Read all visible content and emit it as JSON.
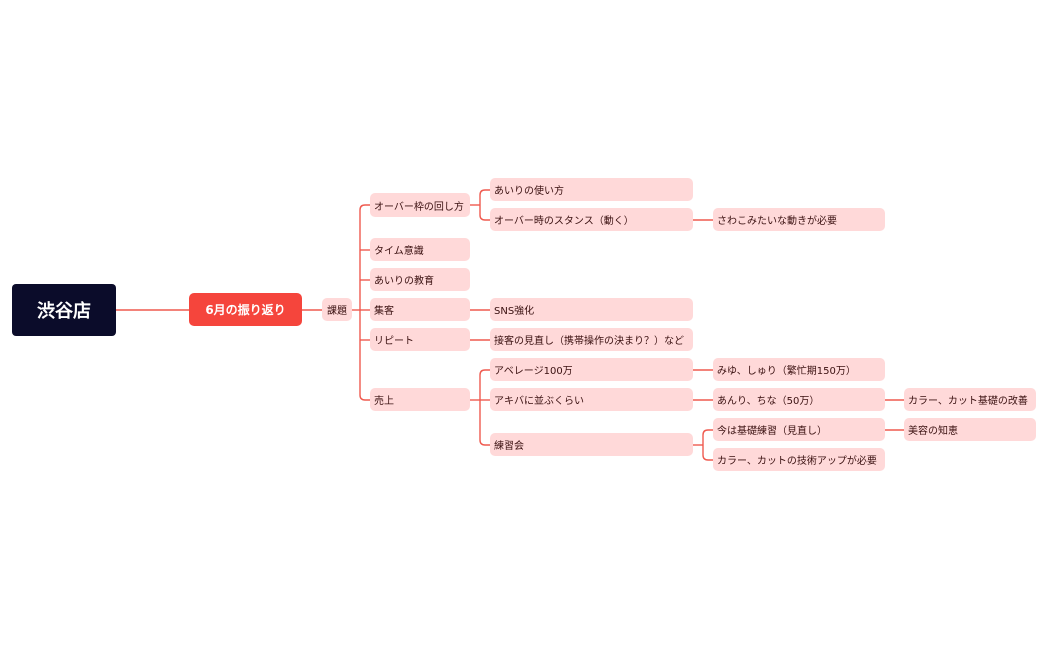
{
  "colors": {
    "root_bg": "#0b0c2a",
    "main_bg": "#f5453c",
    "node_bg": "#ffd9d9",
    "line": "#ef5a4f"
  },
  "mindmap": {
    "root": "渋谷店",
    "topic": "6月の振り返り",
    "hub": "課題",
    "nodes": {
      "overframe": "オーバー枠の回し方",
      "ainori_use": "あいりの使い方",
      "over_stance": "オーバー時のスタンス（動く）",
      "sawako": "さわこみたいな動きが必要",
      "time": "タイム意識",
      "ainori_edu": "あいりの教育",
      "shukyaku": "集客",
      "sns": "SNS強化",
      "repeat": "リピート",
      "sekkyaku": "接客の見直し（携帯操作の決まり？）など",
      "uriage": "売上",
      "average": "アベレージ100万",
      "miyu": "みゆ、しゅり（繁忙期150万）",
      "akiba": "アキバに並ぶくらい",
      "anri": "あんり、ちな（50万）",
      "color_cut_kiso": "カラー、カット基礎の改善",
      "renshu": "練習会",
      "ima_kiso": "今は基礎練習（見直し）",
      "biyou": "美容の知恵",
      "color_cut_gijutsu": "カラー、カットの技術アップが必要"
    }
  }
}
